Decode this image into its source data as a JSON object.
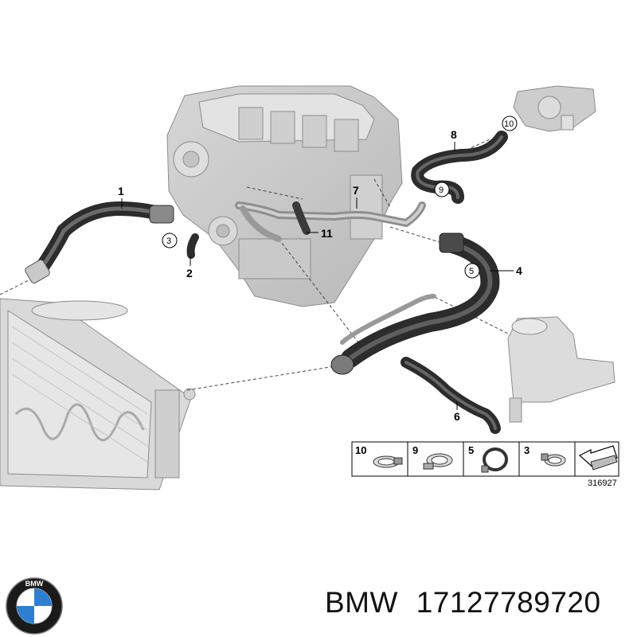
{
  "diagram": {
    "callouts": [
      "1",
      "2",
      "4",
      "6",
      "7",
      "8",
      "11"
    ],
    "circled_callouts": [
      "10",
      "3",
      "5",
      "9"
    ],
    "legend": {
      "items": [
        {
          "number": "10",
          "icon": "hose-clamp-worm-icon"
        },
        {
          "number": "9",
          "icon": "hose-clamp-band-icon"
        },
        {
          "number": "5",
          "icon": "hose-clamp-spring-icon"
        },
        {
          "number": "3",
          "icon": "hose-clamp-small-icon"
        }
      ],
      "arrow_icon": "orientation-arrow-icon"
    },
    "drawing_id": "316927"
  },
  "caption": {
    "brand": "BMW",
    "part_number": "17127789720"
  },
  "logo": {
    "letters": "BMW",
    "colors": {
      "ring": "#1a1a1a",
      "blue": "#2f7fd1",
      "white": "#ffffff"
    }
  }
}
